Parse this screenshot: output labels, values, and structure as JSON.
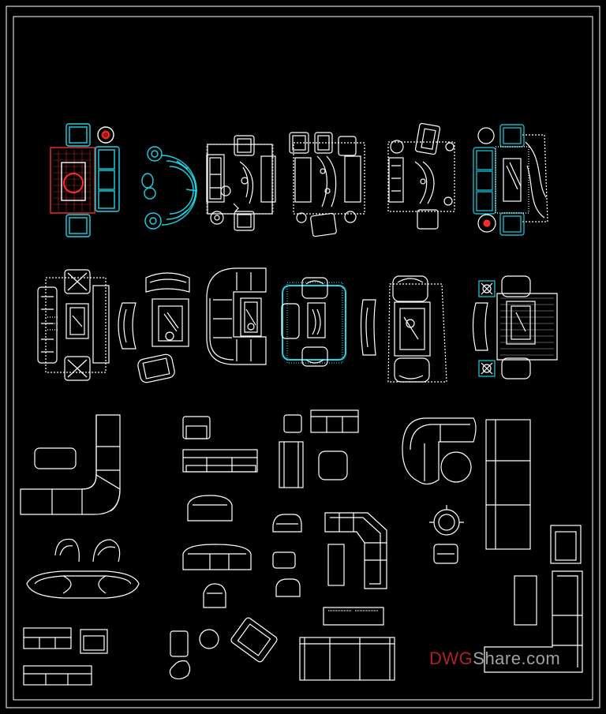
{
  "watermark": {
    "part1": "DWG",
    "part2": "Share.com"
  },
  "colors": {
    "background": "#000000",
    "line": "#ffffff",
    "accent_cyan": "#19d5e6",
    "accent_red": "#ff2a2a",
    "watermark_red": "#c9262b",
    "watermark_grey": "#b9b9b9"
  },
  "drawing": {
    "type": "CAD furniture blocks - sofa sets plan view",
    "row1_sets": [
      "sofa-set-1",
      "sofa-set-2",
      "sofa-set-3",
      "sofa-set-4",
      "sofa-set-5",
      "sofa-set-6"
    ],
    "row2_sets": [
      "sofa-set-7",
      "sofa-set-8",
      "sofa-set-9",
      "sofa-set-10",
      "sofa-set-11",
      "sofa-set-12"
    ],
    "row3_blocks": [
      "l-sofa-blocks",
      "armchair-blocks",
      "sectional-blocks",
      "misc-sofa-blocks"
    ]
  }
}
